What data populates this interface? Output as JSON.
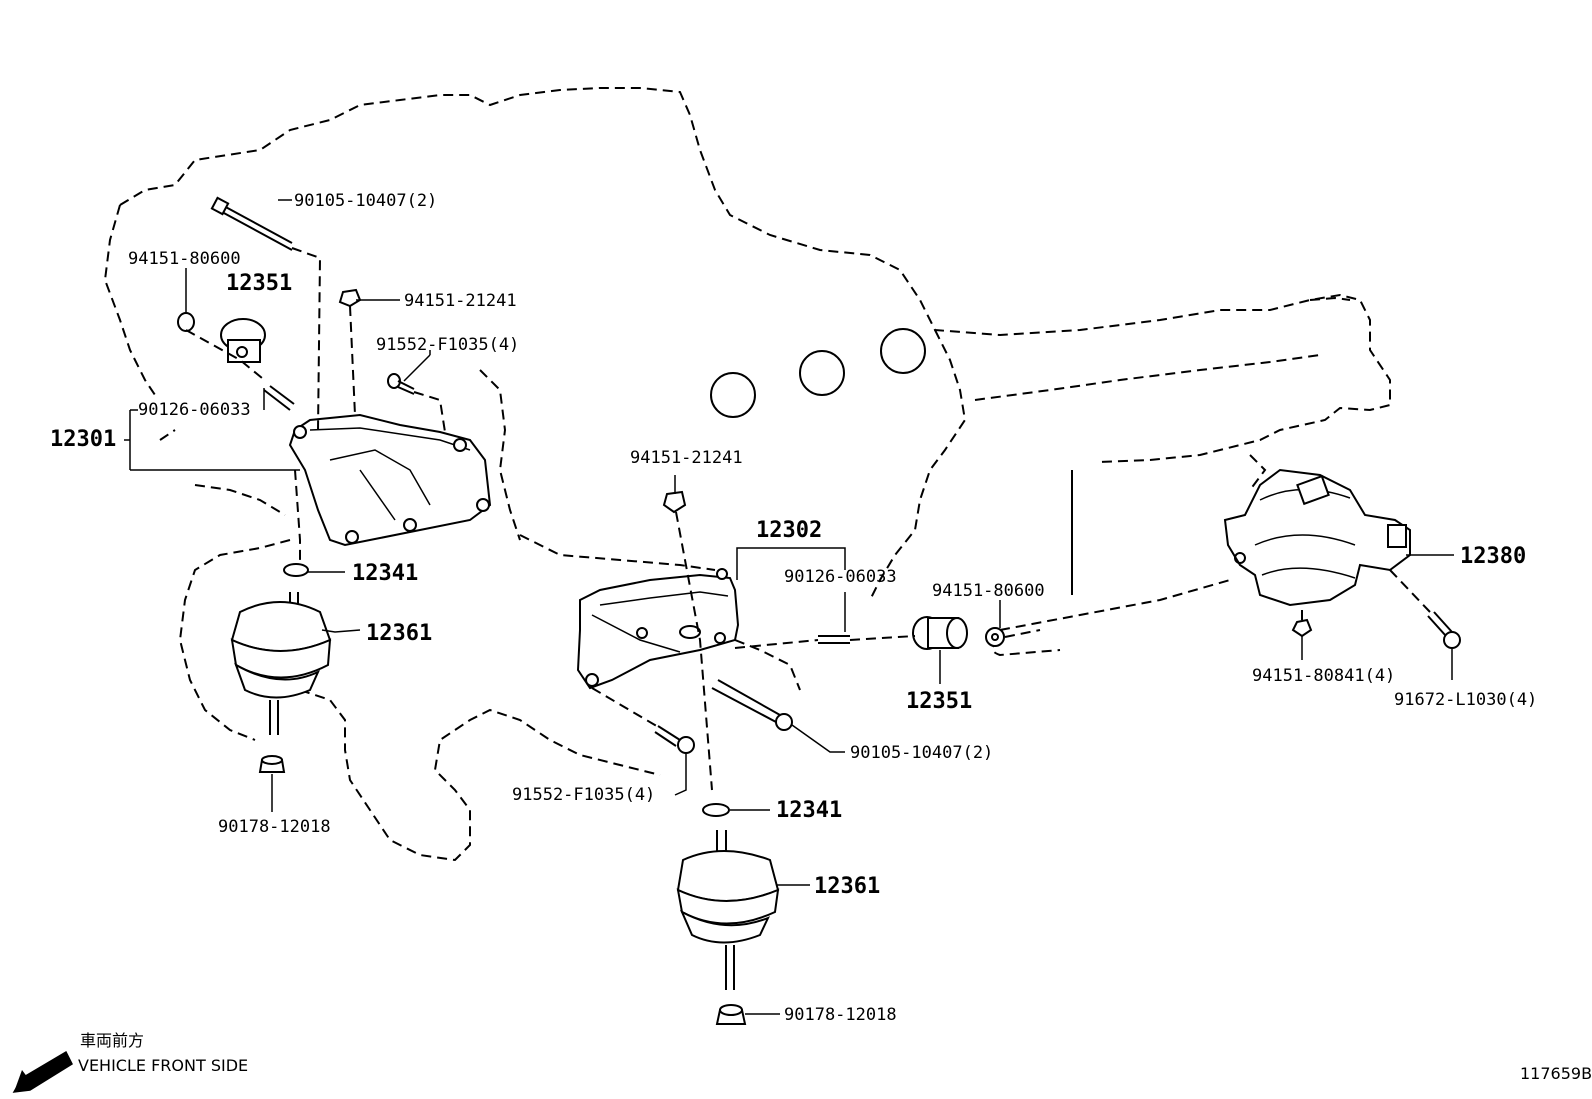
{
  "figure_id": "117659B",
  "direction": {
    "text_jp": "車両前方",
    "text_en": "VEHICLE FRONT SIDE",
    "icon": "arrow-down-left-icon"
  },
  "callouts": {
    "c_90105_top": "90105-10407(2)",
    "c_94151_80600_left": "94151-80600",
    "c_12351_left": "12351",
    "c_94151_21241_top": "94151-21241",
    "c_91552_top": "91552-F1035(4)",
    "c_90126_left": "90126-06033",
    "c_12301": "12301",
    "c_12341_left": "12341",
    "c_12361_left": "12361",
    "c_90178_left": "90178-12018",
    "c_94151_21241_mid": "94151-21241",
    "c_12302": "12302",
    "c_90126_mid": "90126-06033",
    "c_94151_80600_mid": "94151-80600",
    "c_12351_mid": "12351",
    "c_90105_mid": "90105-10407(2)",
    "c_91552_mid": "91552-F1035(4)",
    "c_12341_mid": "12341",
    "c_12361_mid": "12361",
    "c_90178_mid": "90178-12018",
    "c_12380": "12380",
    "c_94151_80841": "94151-80841(4)",
    "c_91672": "91672-L1030(4)"
  }
}
